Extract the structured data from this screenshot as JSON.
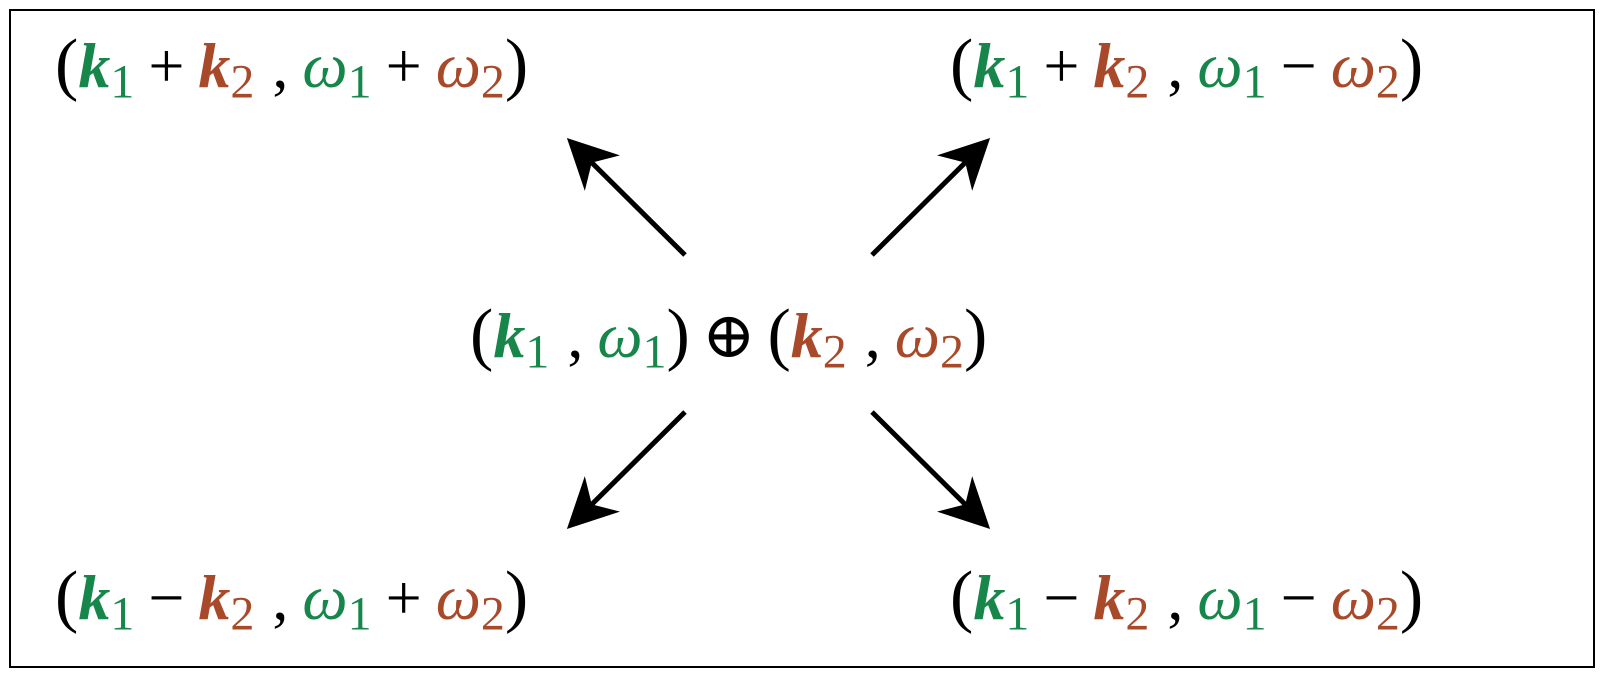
{
  "colors": {
    "first_wave": "#17864b",
    "second_wave": "#a8492a",
    "ink": "#000000"
  },
  "symbols": {
    "k": "k",
    "omega": "ω",
    "sub1": "1",
    "sub2": "2",
    "plus": "+",
    "minus": "−",
    "comma": ",",
    "open": "(",
    "close": ")",
    "oplus": "⊕"
  },
  "expressions": {
    "center": {
      "label": "(k1 , ω1) ⊕ (k2 , ω2)"
    },
    "top_left": {
      "k_op": "+",
      "w_op": "+"
    },
    "top_right": {
      "k_op": "+",
      "w_op": "−"
    },
    "bottom_left": {
      "k_op": "−",
      "w_op": "+"
    },
    "bottom_right": {
      "k_op": "−",
      "w_op": "−"
    }
  },
  "arrows": [
    "to-top-left",
    "to-top-right",
    "to-bottom-left",
    "to-bottom-right"
  ]
}
